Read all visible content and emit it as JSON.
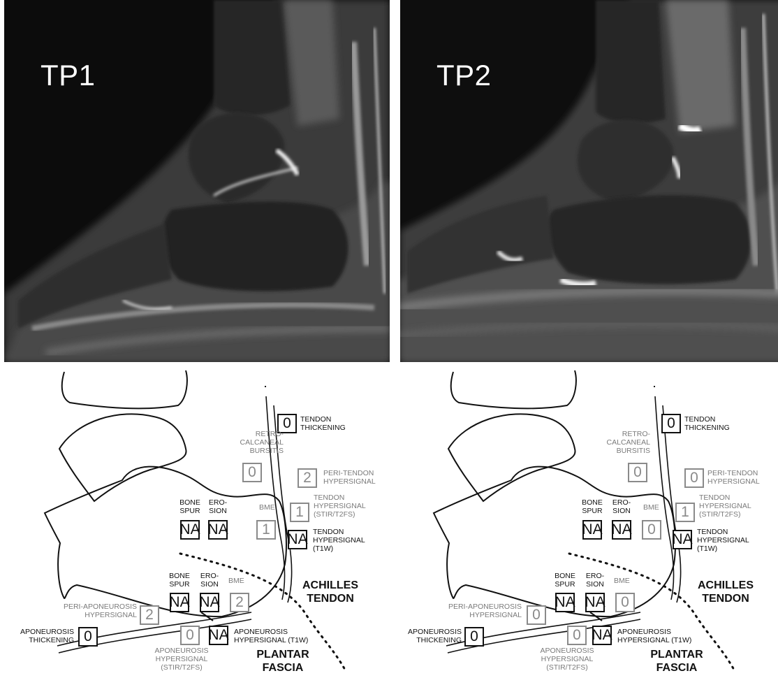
{
  "mri": {
    "tp1": {
      "label": "TP1"
    },
    "tp2": {
      "label": "TP2"
    }
  },
  "schematic_left": {
    "scores": {
      "tendon_thickening": "0",
      "retrocalcaneal_bursitis": "0",
      "peri_tendon_hypersignal": "2",
      "tendon_hypersignal_stir": "1",
      "tendon_hypersignal_t1w": "NA",
      "calc_bone_spur": "NA",
      "calc_erosion": "NA",
      "calc_bme": "1",
      "pf_bone_spur": "NA",
      "pf_erosion": "NA",
      "pf_bme": "2",
      "peri_aponeurosis_hypersignal": "2",
      "aponeurosis_thickening": "0",
      "aponeurosis_hypersignal_stir": "0",
      "aponeurosis_hypersignal_t1w": "NA"
    }
  },
  "schematic_right": {
    "scores": {
      "tendon_thickening": "0",
      "retrocalcaneal_bursitis": "0",
      "peri_tendon_hypersignal": "0",
      "tendon_hypersignal_stir": "1",
      "tendon_hypersignal_t1w": "NA",
      "calc_bone_spur": "NA",
      "calc_erosion": "NA",
      "calc_bme": "0",
      "pf_bone_spur": "NA",
      "pf_erosion": "NA",
      "pf_bme": "0",
      "peri_aponeurosis_hypersignal": "0",
      "aponeurosis_thickening": "0",
      "aponeurosis_hypersignal_stir": "0",
      "aponeurosis_hypersignal_t1w": "NA"
    }
  },
  "labels": {
    "tendon_thickening": "TENDON\nTHICKENING",
    "retrocalcaneal_bursitis": "RETRO-\nCALCANEAL\nBURSITIS",
    "peri_tendon_hypersignal": "PERI-TENDON\nHYPERSIGNAL",
    "tendon_hypersignal_stir": "TENDON\nHYPERSIGNAL\n(STIR/T2FS)",
    "tendon_hypersignal_t1w": "TENDON\nHYPERSIGNAL\n(T1W)",
    "bone_spur": "BONE\nSPUR",
    "erosion": "ERO-\nSION",
    "bme": "BME",
    "peri_aponeurosis_hypersignal": "PERI-APONEUROSIS\nHYPERSIGNAL",
    "aponeurosis_thickening": "APONEUROSIS\nTHICKENING",
    "aponeurosis_hypersignal_stir": "APONEUROSIS\nHYPERSIGNAL\n(STIR/T2FS)",
    "aponeurosis_hypersignal_t1w": "APONEUROSIS\nHYPERSIGNAL (T1W)",
    "achilles_tendon": "ACHILLES\nTENDON",
    "plantar_fascia": "PLANTAR\nFASCIA"
  },
  "colors": {
    "score_dark": "#111111",
    "score_gray": "#8a8a8a",
    "label_gray": "#7a7a7a"
  }
}
